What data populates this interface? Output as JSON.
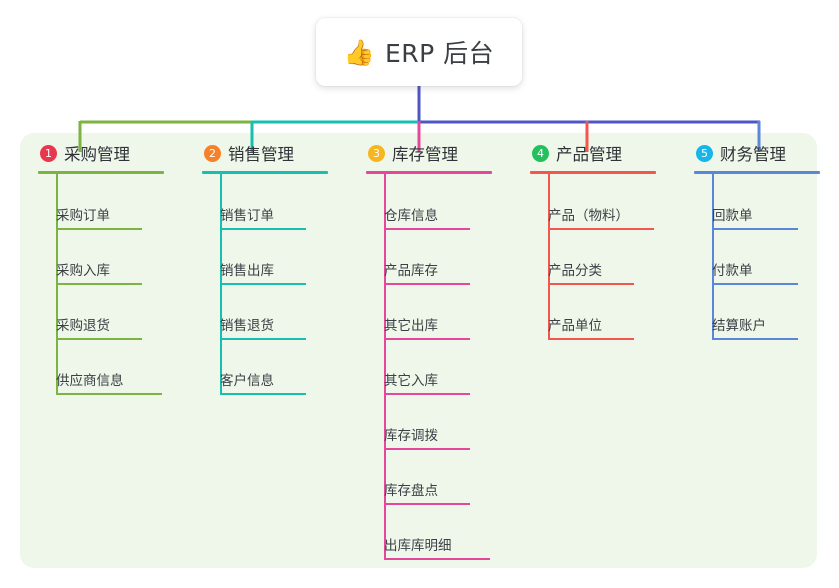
{
  "root": {
    "icon": "thumbs-up-icon",
    "icon_glyph": "👍",
    "title": "ERP 后台"
  },
  "palette": {
    "panel_bg": "#eef7e9",
    "page_bg": "#ffffff",
    "root_stem": "#4f56c4",
    "trunk_bar": "#4f56c4"
  },
  "columns": [
    {
      "number": "1",
      "title": "采购管理",
      "badge_color": "#e8384f",
      "line_color": "#7cb342",
      "items": [
        {
          "label": "采购订单"
        },
        {
          "label": "采购入库"
        },
        {
          "label": "采购退货"
        },
        {
          "label": "供应商信息"
        }
      ]
    },
    {
      "number": "2",
      "title": "销售管理",
      "badge_color": "#f5822b",
      "line_color": "#17bfb0",
      "items": [
        {
          "label": "销售订单"
        },
        {
          "label": "销售出库"
        },
        {
          "label": "销售退货"
        },
        {
          "label": "客户信息"
        }
      ]
    },
    {
      "number": "3",
      "title": "库存管理",
      "badge_color": "#f6b620",
      "line_color": "#e5489b",
      "items": [
        {
          "label": "仓库信息"
        },
        {
          "label": "产品库存"
        },
        {
          "label": "其它出库"
        },
        {
          "label": "其它入库"
        },
        {
          "label": "库存调拨"
        },
        {
          "label": "库存盘点"
        },
        {
          "label": "出库库明细"
        }
      ]
    },
    {
      "number": "4",
      "title": "产品管理",
      "badge_color": "#24bf5e",
      "line_color": "#f4564f",
      "items": [
        {
          "label": "产品（物料）"
        },
        {
          "label": "产品分类"
        },
        {
          "label": "产品单位"
        }
      ]
    },
    {
      "number": "5",
      "title": "财务管理",
      "badge_color": "#18b5e8",
      "line_color": "#5b87d8",
      "items": [
        {
          "label": "回款单"
        },
        {
          "label": "付款单"
        },
        {
          "label": "结算账户"
        }
      ]
    }
  ]
}
